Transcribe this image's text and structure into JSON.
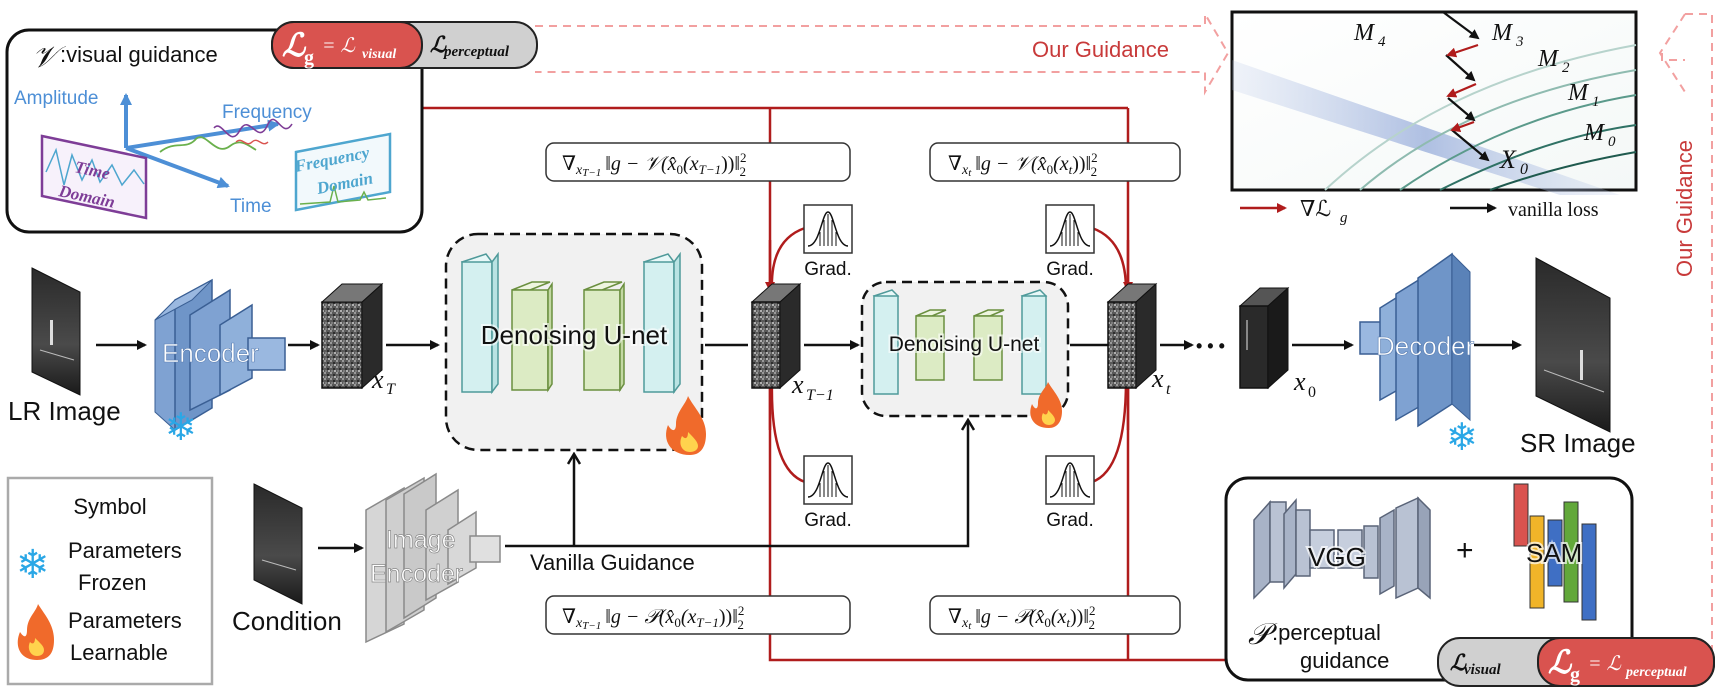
{
  "colors": {
    "red": "#b01c1c",
    "pink_dash": "#f2a0a0",
    "pill_red": "#d9534f",
    "pill_gray": "#cfcfcf",
    "blue_block": "#6f95c8",
    "cyan_block": "#d4f0f0",
    "green_block": "#dcebc4",
    "gray_block": "#c9c9c9",
    "vgg_block": "#b9c2d3",
    "arrow_blue": "#4d8fd6",
    "time_purple": "#7e3d97",
    "freq_blue": "#4ea6cf",
    "contour_dark": "#1f5a4e"
  },
  "visual_panel": {
    "symbol": "𝒱",
    "title": ":visual guidance",
    "pill_left_main": "ℒ",
    "pill_left_sub": "g",
    "pill_left_rest": "= ℒ",
    "pill_left_rest_sub": "visual",
    "pill_right": "ℒ",
    "pill_right_sub": "perceptual",
    "amplitude": "Amplitude",
    "frequency": "Frequency",
    "time": "Time",
    "time_domain_1": "Time",
    "time_domain_2": "Domain",
    "freq_domain_1": "Frequency",
    "freq_domain_2": "Domain"
  },
  "our_guidance_top": "Our  Guidance",
  "our_guidance_right": "Our  Guidance",
  "loss_panel": {
    "m4": "M",
    "m4_sub": "4",
    "m3": "M",
    "m3_sub": "3",
    "m2": "M",
    "m2_sub": "2",
    "m1": "M",
    "m1_sub": "1",
    "m0": "M",
    "m0_sub": "0",
    "x0": "X",
    "x0_sub": "0",
    "legend_grad": "∇ℒ",
    "legend_grad_sub": "g",
    "legend_vanilla": "vanilla loss"
  },
  "formulas": {
    "vis_t1": "∇ₓ_{T−1} ‖g − 𝒱(x̂₀(x_{T−1}))‖²₂",
    "vis_t1_a": "∇",
    "vis_t1_b": "x",
    "vis_t1_c": "T−1",
    "vis_t1_d": "‖g − 𝒱(x̂",
    "vis_t1_e": "0",
    "vis_t1_f": "(x",
    "vis_t1_g": "T−1",
    "vis_t1_h": "))‖",
    "vis_t1_i": "2",
    "vis_t1_j": "2",
    "vis_t_a": "∇",
    "vis_t_b": "x",
    "vis_t_c": "t",
    "vis_t_d": "‖g − 𝒱(x̂",
    "vis_t_e": "0",
    "vis_t_f": "(x",
    "vis_t_g": "t",
    "vis_t_h": "))‖",
    "vis_t_i": "2",
    "vis_t_j": "2",
    "per_t1_d": "‖g − 𝒫(x̂",
    "per_t_d": "‖g − 𝒫(x̂"
  },
  "pipeline": {
    "lr_image": "LR Image",
    "encoder": "Encoder",
    "xT": "x",
    "xT_sub": "T",
    "unet_big": "Denoising U-net",
    "xT1": "x",
    "xT1_sub": "T−1",
    "unet_small": "Denoising U-net",
    "xt": "x",
    "xt_sub": "t",
    "dots": "• • •",
    "x0": "x",
    "x0_sub": "0",
    "decoder": "Decoder",
    "sr_image": "SR Image",
    "grad": "Grad.",
    "condition": "Condition",
    "image_encoder_1": "Image",
    "image_encoder_2": "Encoder",
    "vanilla_guidance": "Vanilla Guidance"
  },
  "symbol_box": {
    "title": "Symbol",
    "frozen_1": "Parameters",
    "frozen_2": "Frozen",
    "learn_1": "Parameters",
    "learn_2": "Learnable",
    "snowflake_icon": "❄",
    "fire_icon": "fire"
  },
  "perceptual_panel": {
    "vgg": "VGG",
    "plus": "+",
    "sam": "SAM",
    "symbol": "𝒫",
    "title_1": ":perceptual",
    "title_2": "guidance",
    "pill_left": "ℒ",
    "pill_left_sub": "visual",
    "pill_right_main": "ℒ",
    "pill_right_sub": "g",
    "pill_right_rest": "= ℒ",
    "pill_right_rest_sub": "perceptual"
  }
}
